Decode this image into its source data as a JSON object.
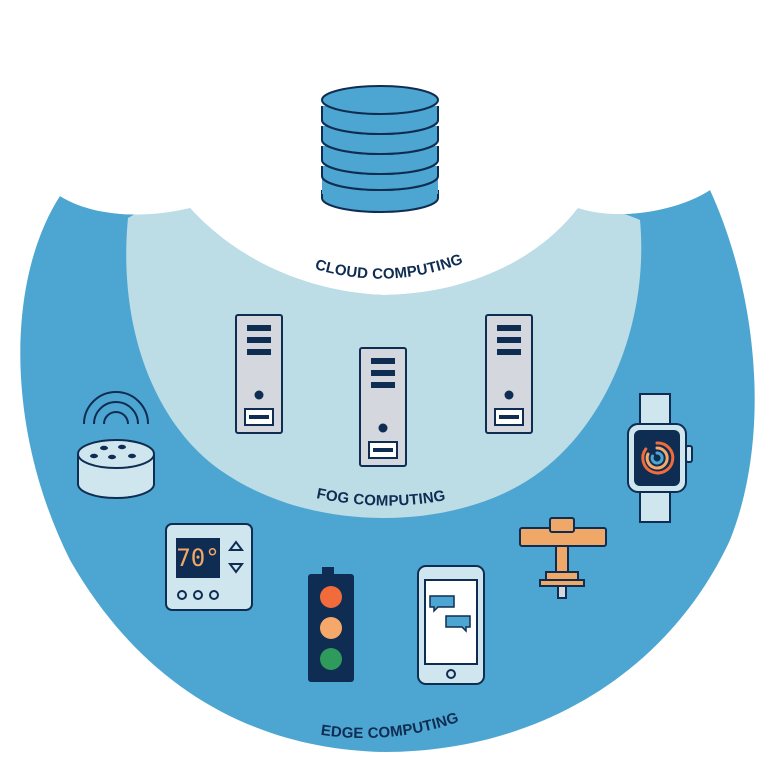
{
  "layers": {
    "cloud": {
      "label": "CLOUD COMPUTING"
    },
    "fog": {
      "label": "FOG COMPUTING"
    },
    "edge": {
      "label": "EDGE COMPUTING"
    }
  },
  "thermostat": {
    "display": "70°"
  },
  "colors": {
    "edge_blue": "#4da6d1",
    "fog_blue": "#bcdce6",
    "navy": "#0f2d52",
    "server_gray": "#d4d7dd",
    "device_light": "#cfe6ef",
    "orange": "#f0a868",
    "traffic_red": "#f26b3a",
    "traffic_amber": "#f5a86a",
    "traffic_green": "#2e9a5c"
  },
  "icons": [
    "database-icon",
    "server-tower-icon",
    "smart-speaker-icon",
    "thermostat-icon",
    "traffic-light-icon",
    "smartphone-icon",
    "water-valve-icon",
    "smartwatch-icon"
  ]
}
